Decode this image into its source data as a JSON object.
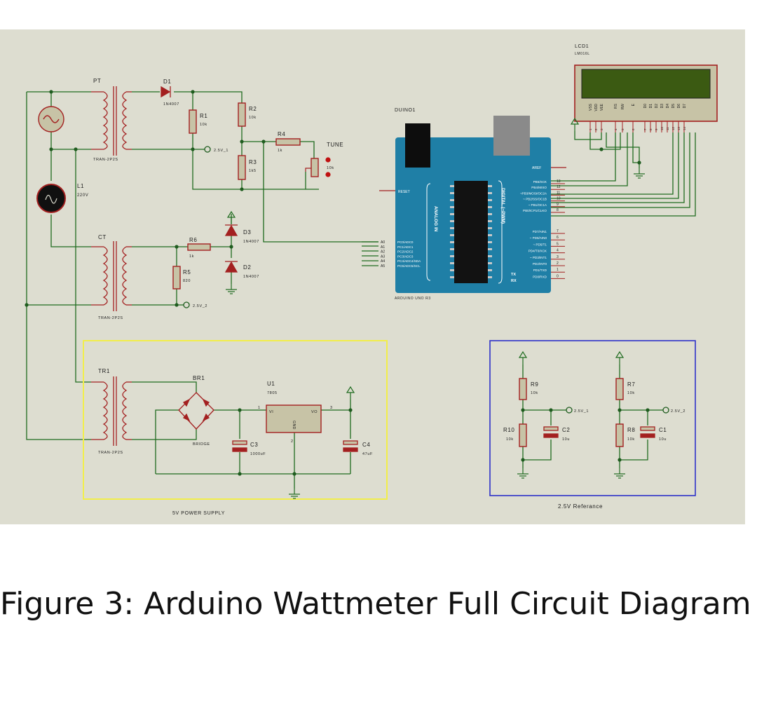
{
  "caption": "Figure 3: Arduino Wattmeter Full Circuit Diagram",
  "colors": {
    "background": "#ddddd0",
    "wire": "#1f6b1f",
    "component": "#a32020",
    "component_fill": "#c7c3a6",
    "arduino_board": "#1f7fa6",
    "lcd_screen": "#3b5a12",
    "power_box": "#f2ee4a",
    "reference_box": "#2c2fc8"
  },
  "components": {
    "pt": {
      "ref": "PT",
      "model": "TRAN-2P2S"
    },
    "ct": {
      "ref": "CT",
      "model": "TRAN-2P2S"
    },
    "tr1": {
      "ref": "TR1",
      "model": "TRAN-2P2S"
    },
    "d1": {
      "ref": "D1",
      "value": "1N4007"
    },
    "d2": {
      "ref": "D2",
      "value": "1N4007"
    },
    "d3": {
      "ref": "D3",
      "value": "1N4007"
    },
    "r1": {
      "ref": "R1",
      "value": "10k"
    },
    "r2": {
      "ref": "R2",
      "value": "10k"
    },
    "r3": {
      "ref": "R3",
      "value": "1k5"
    },
    "r4": {
      "ref": "R4",
      "value": "1k"
    },
    "r5": {
      "ref": "R5",
      "value": "820"
    },
    "r6": {
      "ref": "R6",
      "value": "1k"
    },
    "r7": {
      "ref": "R7",
      "value": "10k"
    },
    "r8": {
      "ref": "R8",
      "value": "10k"
    },
    "r9": {
      "ref": "R9",
      "value": "10k"
    },
    "r10": {
      "ref": "R10",
      "value": "10k"
    },
    "tune": {
      "ref": "TUNE",
      "value": "10k"
    },
    "l1": {
      "ref": "L1",
      "value": "220V"
    },
    "c1": {
      "ref": "C1",
      "value": "10u"
    },
    "c2": {
      "ref": "C2",
      "value": "10u"
    },
    "c3": {
      "ref": "C3",
      "value": "1000uF"
    },
    "c4": {
      "ref": "C4",
      "value": "47uF"
    },
    "u1": {
      "ref": "U1",
      "value": "7805",
      "pin_vi": "VI",
      "pin_vo": "VO",
      "pin_gnd": "GND",
      "pin1": "1",
      "pin2": "2",
      "pin3": "3"
    },
    "br1": {
      "ref": "BR1",
      "value": "BRIDGE"
    },
    "lcd1": {
      "ref": "LCD1",
      "model": "LM016L"
    },
    "duino": {
      "ref": "DUINO1",
      "model": "ARDUINO UNO R3"
    }
  },
  "nets": {
    "v25_1": "2.5V_1",
    "v25_2": "2.5V_2"
  },
  "arduino": {
    "reset": "RESET",
    "aref": "AREF",
    "analog_label": "ANALOG IN",
    "digital_label": "DIGITAL (~PWM)",
    "tx": "TX",
    "rx": "RX",
    "analog_pins": [
      {
        "num": "A0",
        "name": "PC0/ADC0"
      },
      {
        "num": "A1",
        "name": "PC1/ADC1"
      },
      {
        "num": "A2",
        "name": "PC2/ADC2"
      },
      {
        "num": "A3",
        "name": "PC3/ADC3"
      },
      {
        "num": "A4",
        "name": "PC4/ADC4/SDA"
      },
      {
        "num": "A5",
        "name": "PC5/ADC5/SCL"
      }
    ],
    "digital_pins_high": [
      {
        "num": "13",
        "name": "PB5/SCK"
      },
      {
        "num": "12",
        "name": "PB4/MISO"
      },
      {
        "num": "11",
        "name": "~PB3/MOSI/OC2A"
      },
      {
        "num": "10",
        "name": "~ PB2/SS/OC1B"
      },
      {
        "num": "9",
        "name": "~ PB1/OC1A"
      },
      {
        "num": "8",
        "name": "PB0/ICP1/CLKO"
      }
    ],
    "digital_pins_low": [
      {
        "num": "7",
        "name": "PD7/AIN1"
      },
      {
        "num": "6",
        "name": "~ PD6/AIN0"
      },
      {
        "num": "5",
        "name": "~ PD5/T1"
      },
      {
        "num": "4",
        "name": "PD4/T0/XCK"
      },
      {
        "num": "3",
        "name": "~ PD3/INT1"
      },
      {
        "num": "2",
        "name": "PD2/INT0"
      },
      {
        "num": "1",
        "name": "PD1/TXD"
      },
      {
        "num": "0",
        "name": "PD0/RXD"
      }
    ]
  },
  "lcd_pins": [
    {
      "name": "VSS",
      "num": "1"
    },
    {
      "name": "VDD",
      "num": "2"
    },
    {
      "name": "VEE",
      "num": "3"
    },
    {
      "name": "RS",
      "num": "4"
    },
    {
      "name": "RW",
      "num": "5"
    },
    {
      "name": "E",
      "num": "6"
    },
    {
      "name": "D0",
      "num": "7"
    },
    {
      "name": "D1",
      "num": "8"
    },
    {
      "name": "D2",
      "num": "9"
    },
    {
      "name": "D3",
      "num": "10"
    },
    {
      "name": "D4",
      "num": "11"
    },
    {
      "name": "D5",
      "num": "12"
    },
    {
      "name": "D6",
      "num": "13"
    },
    {
      "name": "D7",
      "num": "14"
    }
  ],
  "boxes": {
    "power_supply": "5V POWER SUPPLY",
    "reference": "2.5V Referance"
  }
}
